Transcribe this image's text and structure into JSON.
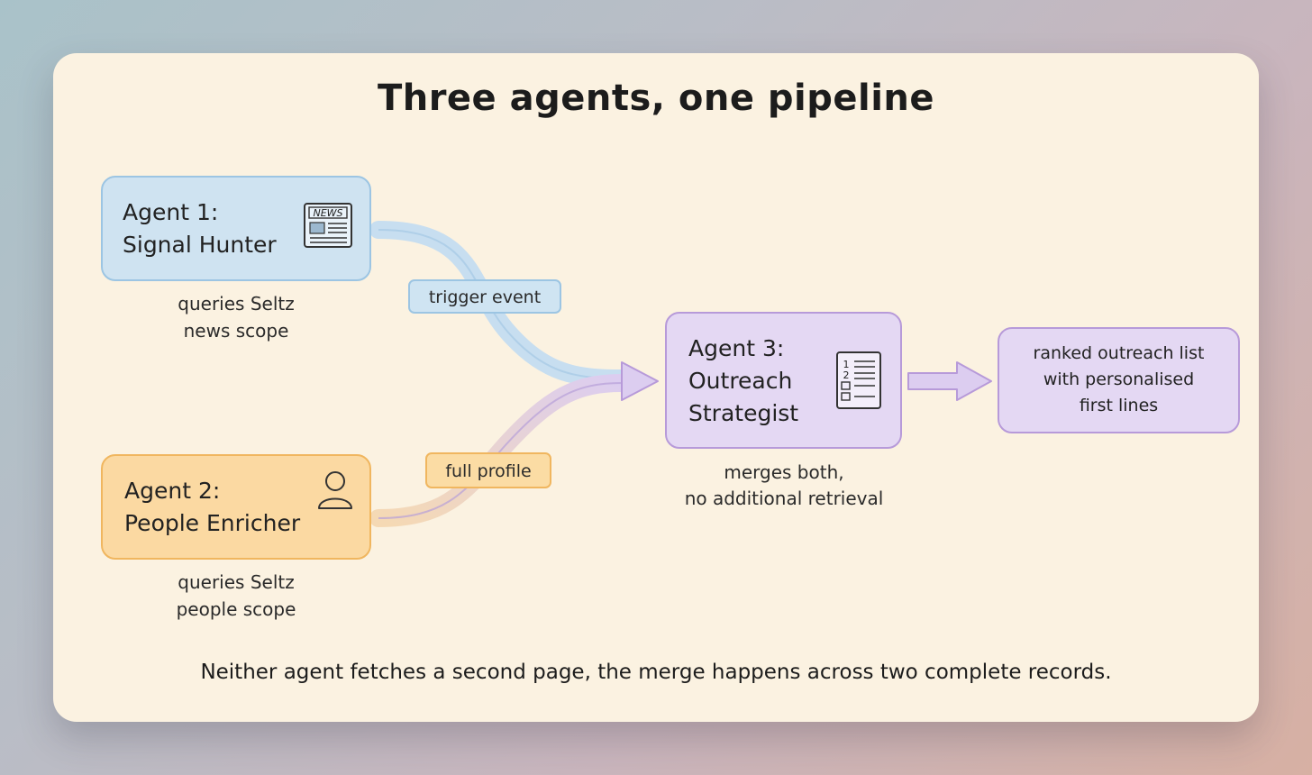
{
  "title": "Three agents, one pipeline",
  "agents": [
    {
      "title": "Agent 1:\nSignal Hunter",
      "caption": "queries Seltz\nnews scope",
      "icon": "newspaper-icon",
      "icon_text": "NEWS",
      "color": "#cfe3f1",
      "border": "#9cc5e3"
    },
    {
      "title": "Agent 2:\nPeople Enricher",
      "caption": "queries Seltz\npeople scope",
      "icon": "person-icon",
      "color": "#fbd9a2",
      "border": "#f0b65f"
    },
    {
      "title": "Agent 3:\nOutreach\nStrategist",
      "caption": "merges both,\nno additional retrieval",
      "icon": "checklist-icon",
      "icon_text": [
        "1",
        "2"
      ],
      "color": "#e4d8f3",
      "border": "#b79ad9"
    }
  ],
  "edges": [
    {
      "label": "trigger event",
      "color": "#cfe4f2",
      "border": "#9cc5e3"
    },
    {
      "label": "full profile",
      "color": "#fbdca4",
      "border": "#f0b65f"
    }
  ],
  "output": {
    "text": "ranked outreach list\nwith personalised\nfirst lines",
    "color": "#e4d8f3",
    "border": "#b79ad9"
  },
  "footnote": "Neither agent fetches a second page, the merge happens across two complete records."
}
